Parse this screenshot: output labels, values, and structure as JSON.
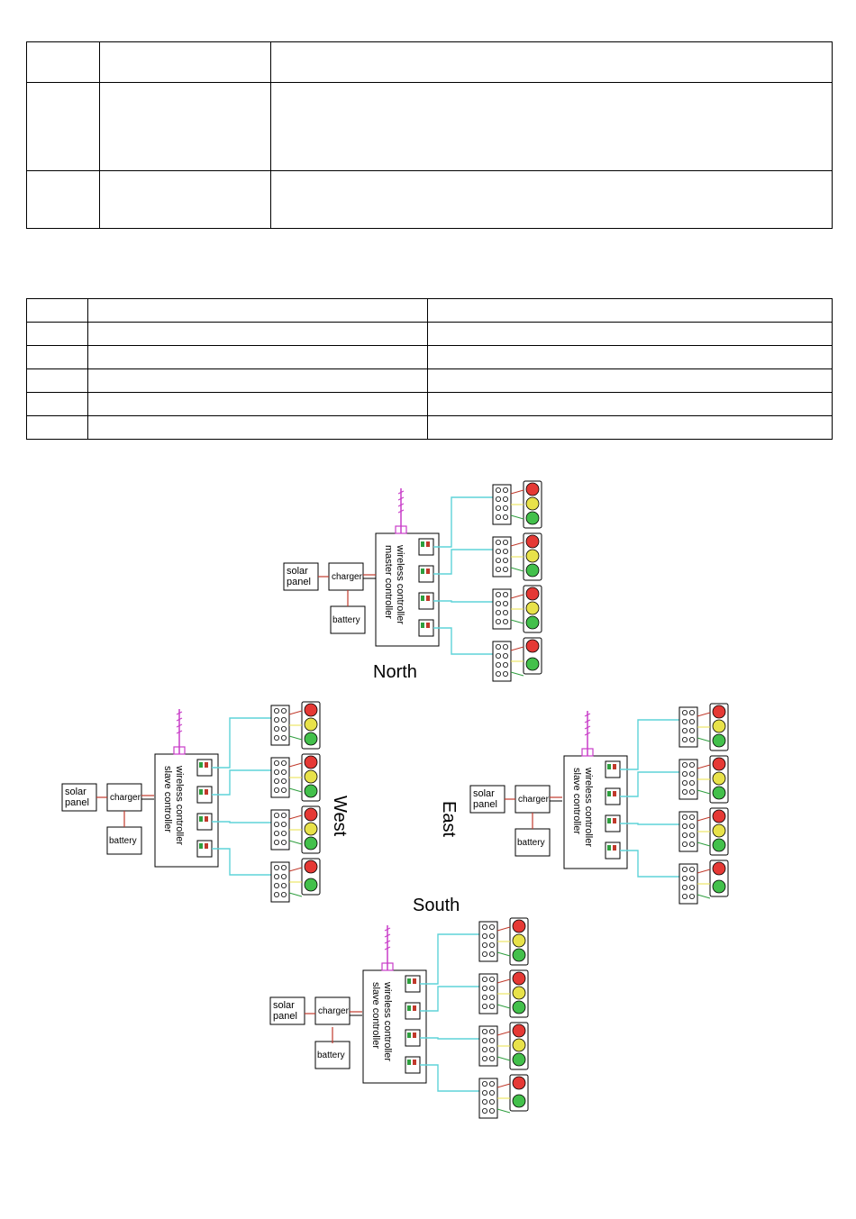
{
  "diagram": {
    "units": [
      {
        "id": "north",
        "direction_label": "North",
        "controller_line1": "wireless controller",
        "controller_line2": "master controller",
        "solar_label_line1": "solar",
        "solar_label_line2": "panel",
        "charger_label": "charger",
        "battery_label": "battery"
      },
      {
        "id": "west",
        "direction_label": "West",
        "controller_line1": "wireless controller",
        "controller_line2": "slave controller",
        "solar_label_line1": "solar",
        "solar_label_line2": "panel",
        "charger_label": "charger",
        "battery_label": "battery"
      },
      {
        "id": "east",
        "direction_label": "East",
        "controller_line1": "wireless controller",
        "controller_line2": "slave controller",
        "solar_label_line1": "solar",
        "solar_label_line2": "panel",
        "charger_label": "charger",
        "battery_label": "battery"
      },
      {
        "id": "south",
        "direction_label": "South",
        "controller_line1": "wireless controller",
        "controller_line2": "slave controller",
        "solar_label_line1": "solar",
        "solar_label_line2": "panel",
        "charger_label": "charger",
        "battery_label": "battery"
      }
    ],
    "colors": {
      "wire_cyan": "#5fd3d8",
      "wire_red": "#c0392b",
      "wire_green": "#2e9e3e",
      "antenna": "#c83cc8",
      "lamp_red": "#e53935",
      "lamp_yellow": "#e8e24a",
      "lamp_green": "#43c04b",
      "line": "#000000"
    }
  }
}
